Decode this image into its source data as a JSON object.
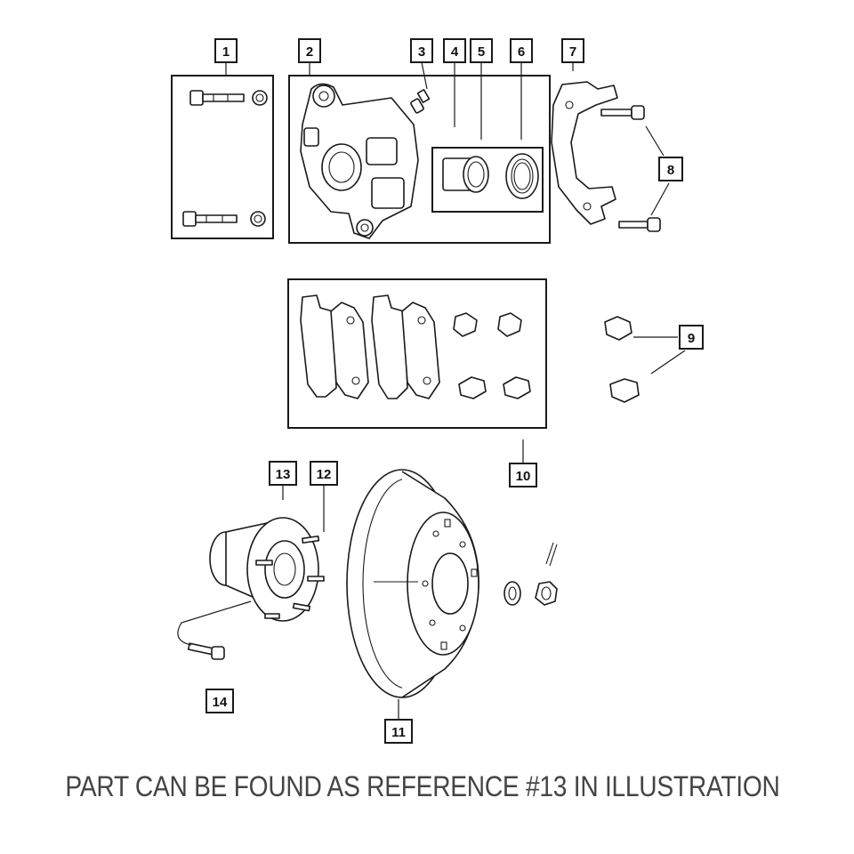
{
  "callouts": {
    "c1": "1",
    "c2": "2",
    "c3": "3",
    "c4": "4",
    "c5": "5",
    "c6": "6",
    "c7": "7",
    "c8": "8",
    "c9": "9",
    "c10": "10",
    "c11": "11",
    "c12": "12",
    "c13": "13",
    "c14": "14"
  },
  "caption": "PART CAN BE FOUND AS REFERENCE #13 IN ILLUSTRATION"
}
